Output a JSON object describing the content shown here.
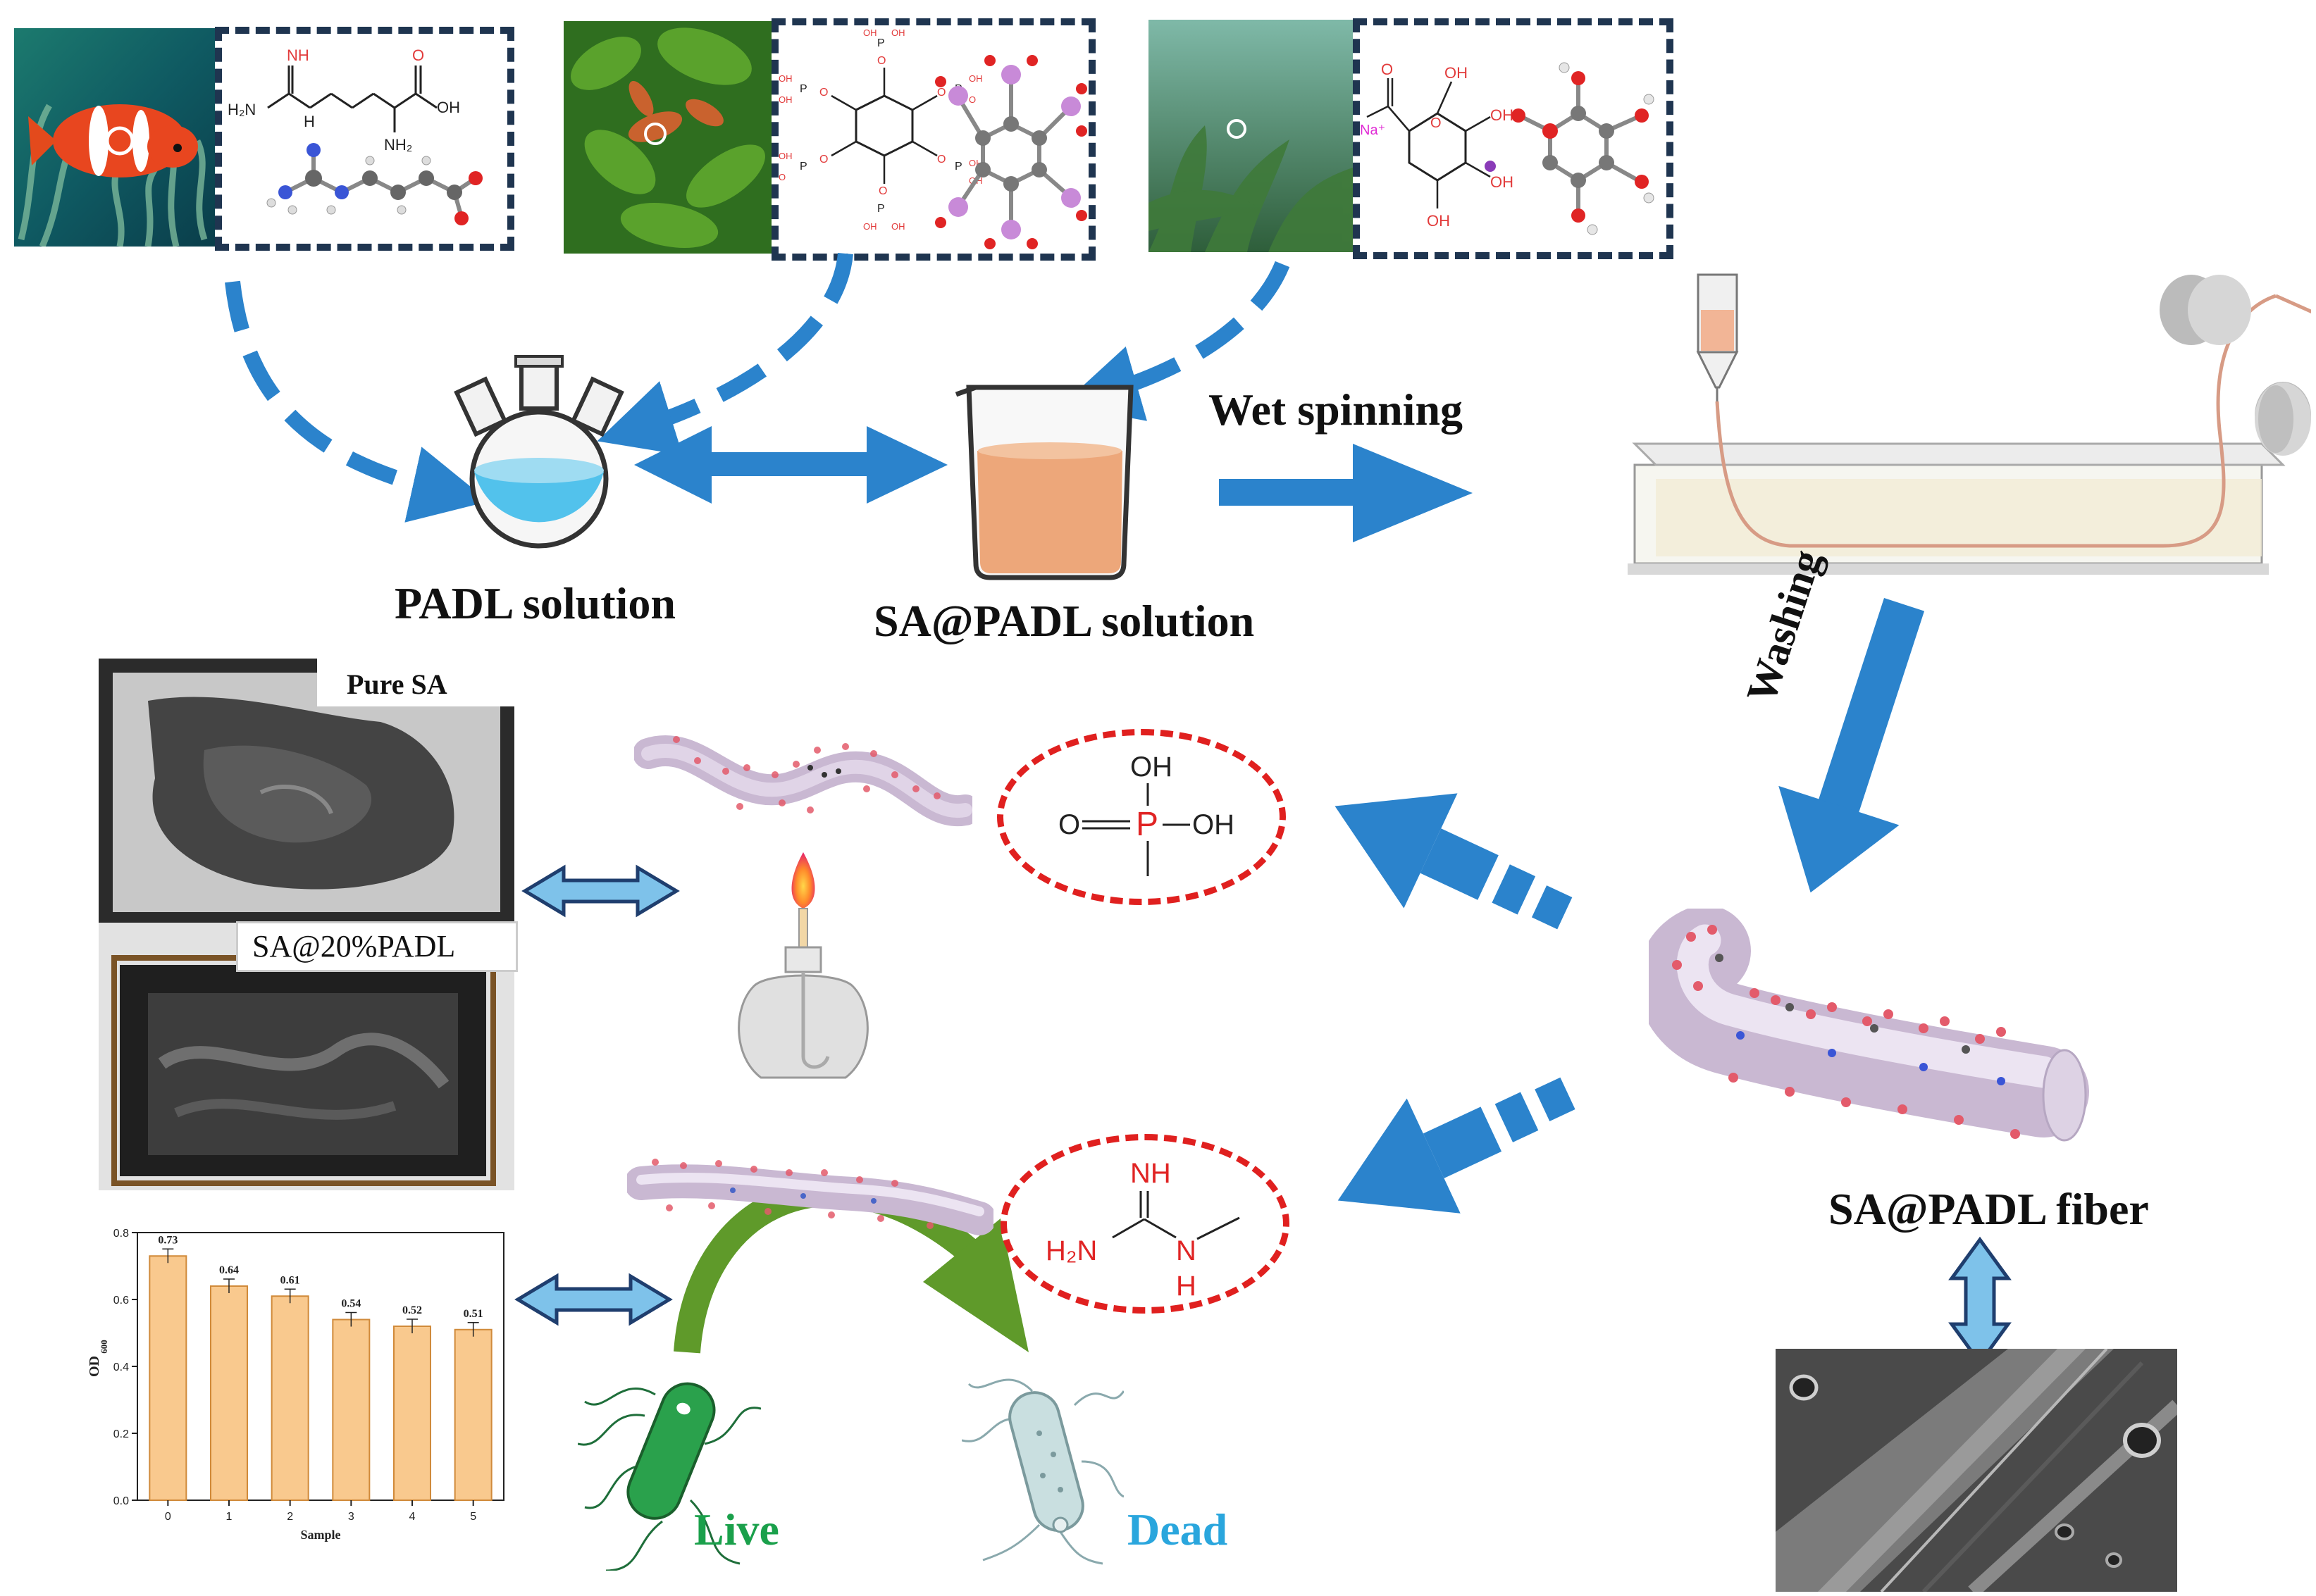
{
  "labels": {
    "padl_solution": "PADL solution",
    "sa_padl_solution": "SA@PADL solution",
    "wet_spinning": "Wet spinning",
    "washing": "Washing",
    "sa_padl_fiber": "SA@PADL fiber",
    "pure_sa": "Pure SA",
    "sa_20_padl": "SA@20%PADL",
    "live": "Live",
    "dead": "Dead"
  },
  "molecules": {
    "arginine": {
      "nh": "NH",
      "h2n": "H₂N",
      "h": "H",
      "oh": "OH",
      "o": "O",
      "nh2": "NH₂"
    },
    "phytic": {
      "oh": "OH",
      "o": "O",
      "p": "P"
    },
    "alginate": {
      "na": "Na⁺",
      "oh": "OH",
      "o": "O"
    },
    "phosphate_group": {
      "oh_top": "OH",
      "o": "O",
      "p": "P",
      "oh_right": "OH"
    },
    "guanidine_group": {
      "nh": "NH",
      "h2n": "H₂N",
      "n": "N",
      "h": "H"
    }
  },
  "colors": {
    "arrow_blue": "#2b83cc",
    "dashed_dark": "#1f3550",
    "dashed_red": "#e0201f",
    "live_green": "#1aa04b",
    "dead_cyan": "#2aa6dd",
    "bar_fill": "#f9c98e",
    "curve_green": "#5f9a2a"
  },
  "icons": {
    "flask": "three-neck-flask-icon",
    "beaker": "beaker-icon",
    "lamp": "alcohol-lamp-icon",
    "live_bacterium": "bacterium-icon",
    "dead_bacterium": "dead-bacterium-icon"
  },
  "chart_data": {
    "type": "bar",
    "categories": [
      "0",
      "1",
      "2",
      "3",
      "4",
      "5"
    ],
    "values": [
      0.73,
      0.64,
      0.61,
      0.54,
      0.52,
      0.51
    ],
    "data_labels": [
      "0.73",
      "0.64",
      "0.61",
      "0.54",
      "0.52",
      "0.51"
    ],
    "xlabel": "Sample",
    "ylabel": "OD",
    "ylabel_sub": "600",
    "ylim": [
      0,
      0.8
    ],
    "yticks": [
      "0.0",
      "0.2",
      "0.4",
      "0.6",
      "0.8"
    ],
    "grid": false,
    "error_bars": true
  }
}
